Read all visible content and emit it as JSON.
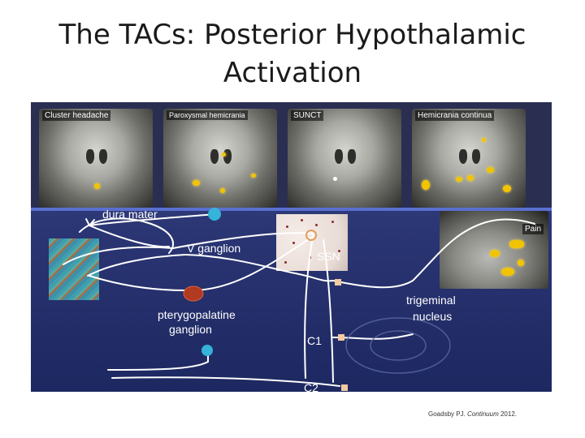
{
  "slide": {
    "title_line1": "The TACs: Posterior Hypothalamic",
    "title_line2": "Activation"
  },
  "figure": {
    "panels": [
      "Cluster headache",
      "Paroxysmal hemicrania",
      "SUNCT",
      "Hemicrania continua"
    ],
    "labels": {
      "dura_mater": "dura mater",
      "v_ganglion": "V ganglion",
      "ssn": "SSN",
      "pterygopalatine": "pterygopalatine",
      "ganglion": "ganglion",
      "trigeminal": "trigeminal",
      "nucleus": "nucleus",
      "c1": "C1",
      "c2": "C2",
      "pain": "Pain"
    }
  },
  "citation": {
    "author": "Goadsby PJ.",
    "journal": "Continuum",
    "year": "2012."
  }
}
